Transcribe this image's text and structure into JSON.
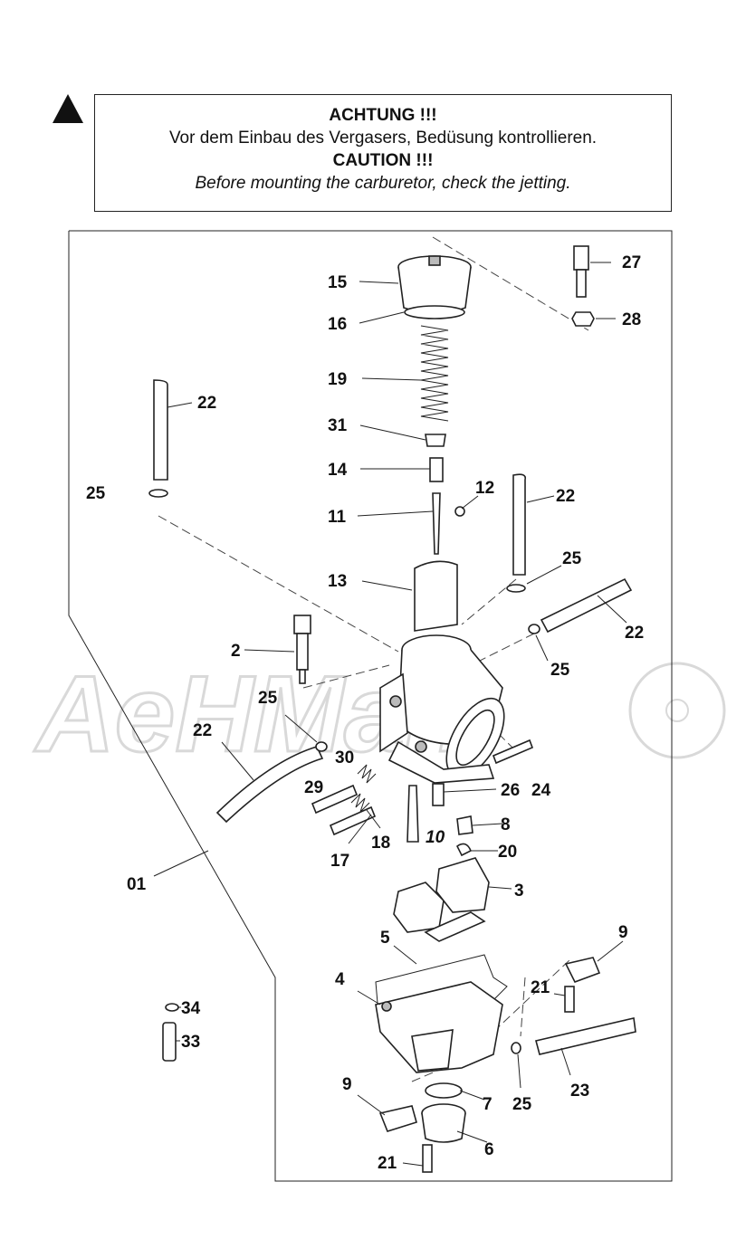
{
  "caution": {
    "de_title": "ACHTUNG !!!",
    "de_text": "Vor dem Einbau des Vergasers, Bedüsung kontrollieren.",
    "en_title": "CAUTION !!!",
    "en_text": "Before mounting the carburetor, check the jetting."
  },
  "watermark": "AeHMam",
  "labels": {
    "p01": "01",
    "p2": "2",
    "p3": "3",
    "p4": "4",
    "p5": "5",
    "p6": "6",
    "p7": "7",
    "p8": "8",
    "p9a": "9",
    "p9b": "9",
    "p10": "10",
    "p11": "11",
    "p12": "12",
    "p13": "13",
    "p14": "14",
    "p15": "15",
    "p16": "16",
    "p17": "17",
    "p18": "18",
    "p19": "19",
    "p20": "20",
    "p21a": "21",
    "p21b": "21",
    "p22a": "22",
    "p22b": "22",
    "p22c": "22",
    "p22d": "22",
    "p23": "23",
    "p24": "24",
    "p25a": "25",
    "p25b": "25",
    "p25c": "25",
    "p25d": "25",
    "p25e": "25",
    "p26": "26",
    "p27": "27",
    "p28": "28",
    "p29": "29",
    "p30": "30",
    "p31": "31",
    "p33": "33",
    "p34": "34"
  }
}
